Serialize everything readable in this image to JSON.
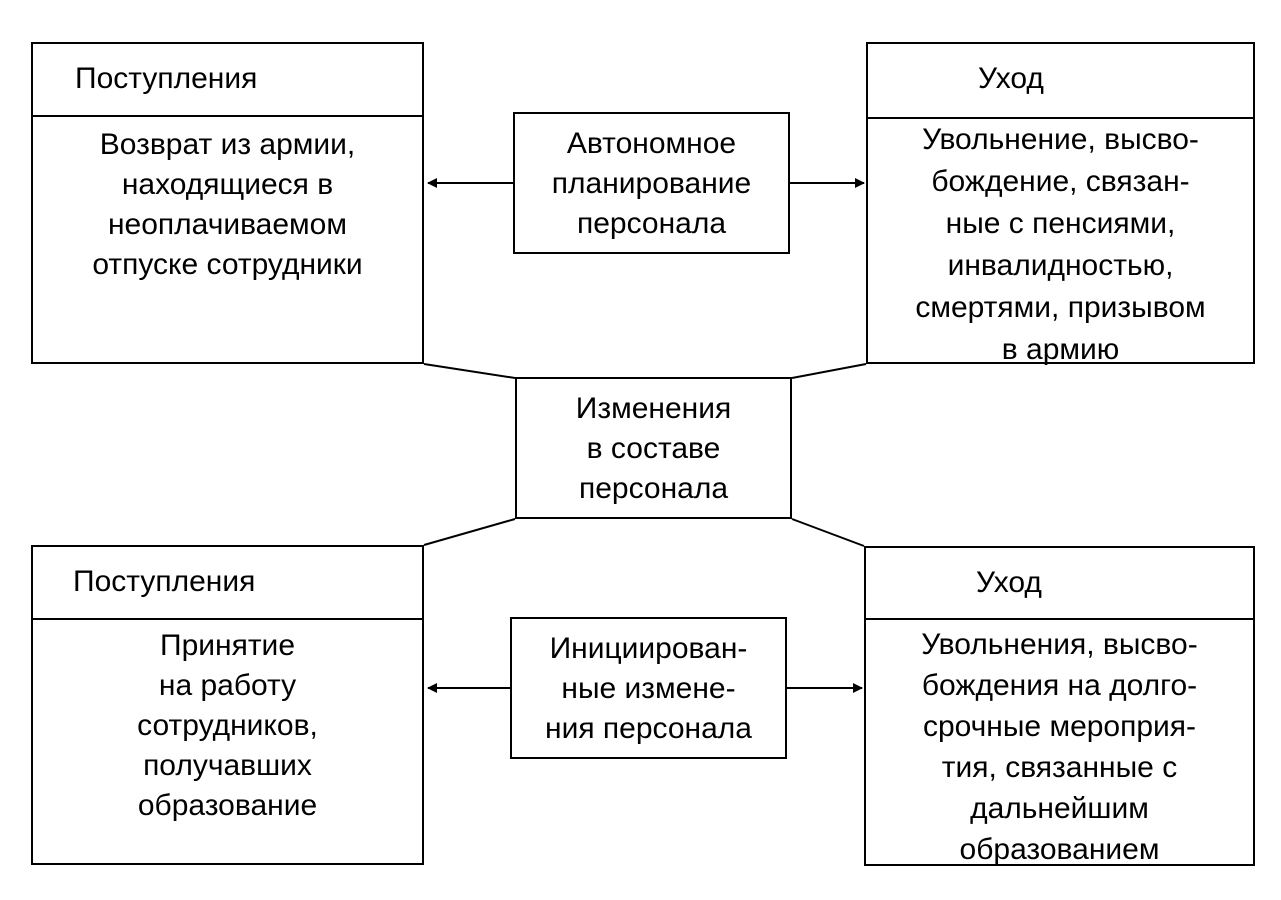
{
  "diagram": {
    "top_left": {
      "header": "Поступления",
      "body": "Возврат из армии,\nнаходящиеся в\nнеоплачиваемом\nотпуске сотрудники"
    },
    "top_right": {
      "header": "Уход",
      "body": "Увольнение, высво-\nбождение, связан-\nные с пенсиями,\nинвалидностью,\nсмертями, призывом\nв армию"
    },
    "bottom_left": {
      "header": "Поступления",
      "body": "Принятие\nна работу\nсотрудников,\nполучавших\nобразование"
    },
    "bottom_right": {
      "header": "Уход",
      "body": "Увольнения, высво-\nбождения на долго-\nсрочные мероприя-\nтия, связанные с\nдальнейшим\nобразованием"
    },
    "center_top": "Автономное\nпланирование\nперсонала",
    "center": "Изменения\nв составе\nперсонала",
    "center_bottom": "Инициирован-\nные измене-\nния персонала"
  }
}
